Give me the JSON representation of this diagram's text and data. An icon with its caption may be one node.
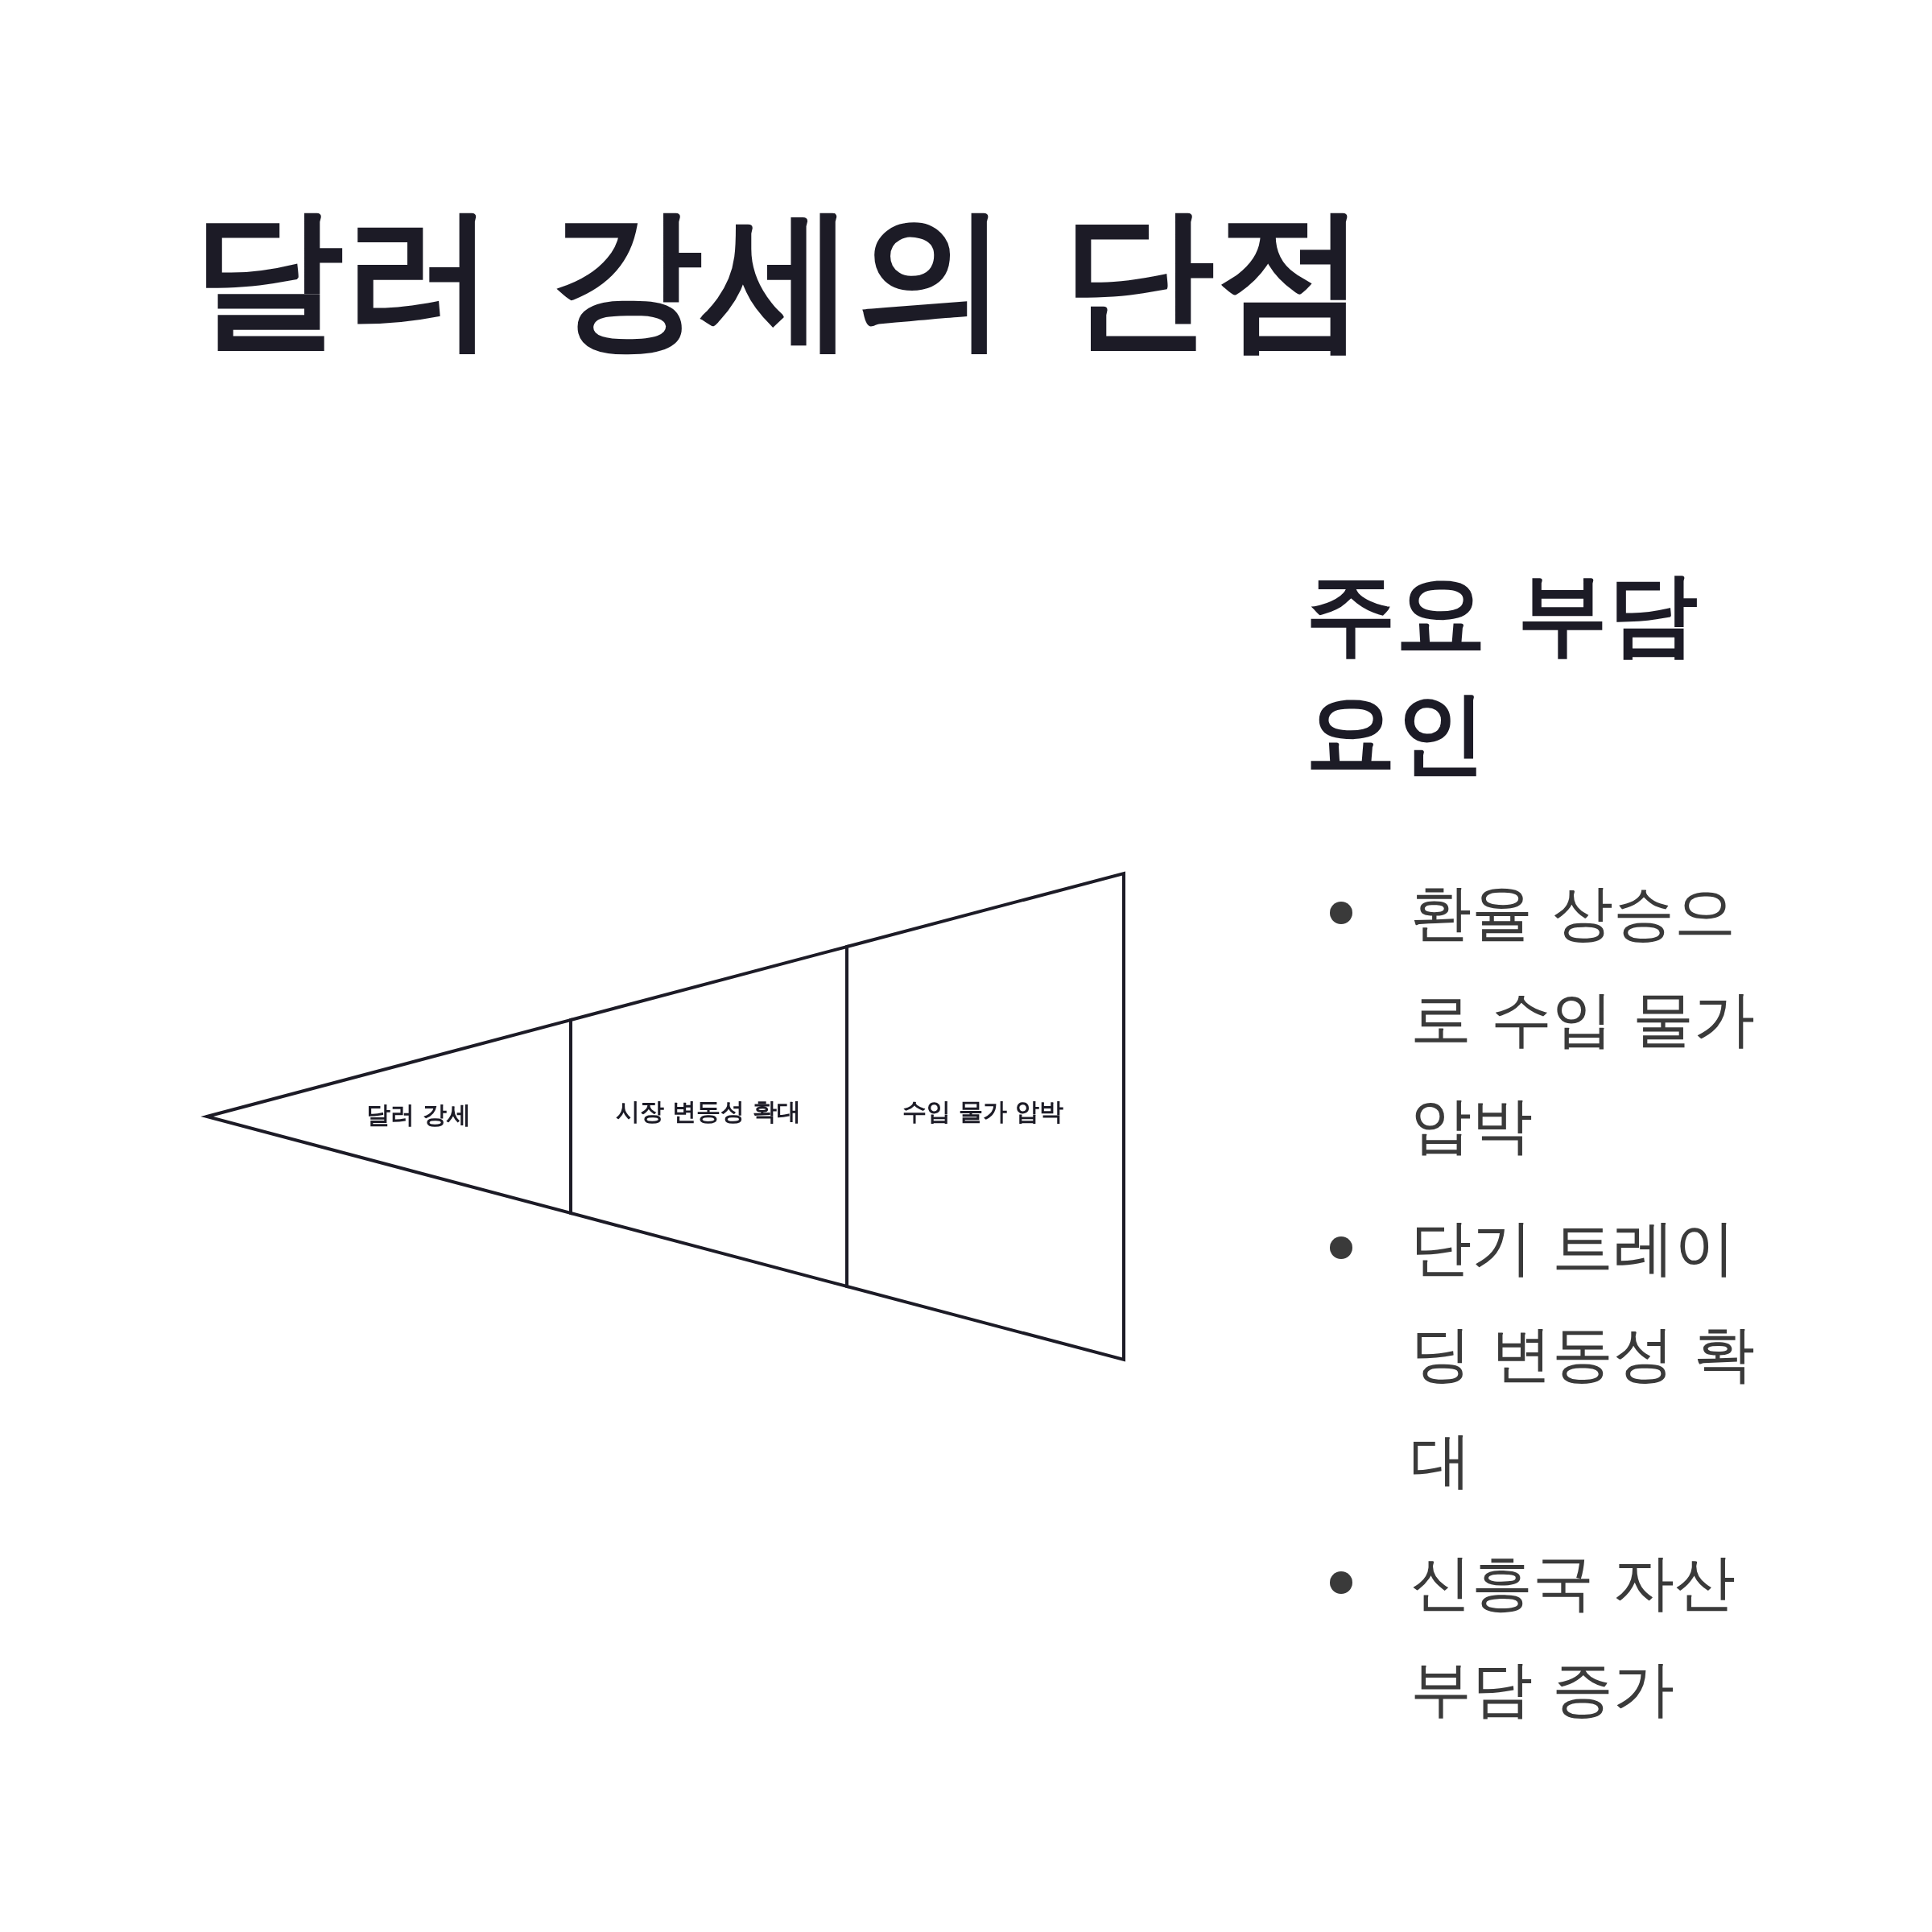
{
  "diagram": {
    "title": "달러 강세의 단점",
    "nodes": [
      {
        "text": [
          "달러 강세"
        ]
      },
      {
        "text": [
          "시장 변동성 확대"
        ]
      },
      {
        "text": [
          "수입 물가 압박"
        ]
      }
    ],
    "labels": [
      "주요 부담 요인",
      "환율 상승으로 수입 물가 압박",
      "단기 트레이딩 변동성 확대",
      "신흥국 자산 부담 증가"
    ]
  }
}
